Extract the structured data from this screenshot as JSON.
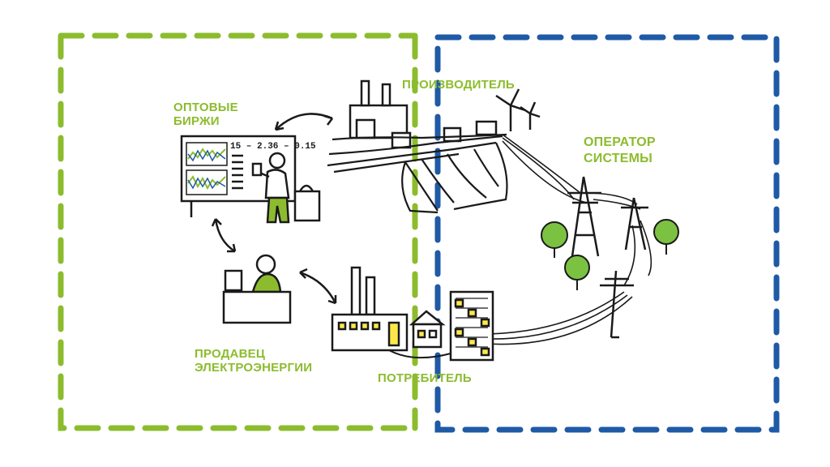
{
  "colors": {
    "green": "#8cbc2e",
    "blue": "#1f5aa6",
    "ink": "#1a1a1a",
    "yellow": "#ffe94a",
    "tree": "#7cc242"
  },
  "labels": {
    "exchange_line1": "ОПТОВЫЕ",
    "exchange_line2": "БИРЖИ",
    "producer": "ПРОИЗВОДИТЕЛЬ",
    "operator_line1": "ОПЕРАТОР",
    "operator_line2": "СИСТЕМЫ",
    "seller_line1": "ПРОДАВЕЦ",
    "seller_line2": "ЭЛЕКТРОЭНЕРГИИ",
    "consumer": "ПОТРЕБИТЕЛЬ"
  },
  "board": {
    "ticker": "15 – 2.36 – 0.15"
  }
}
